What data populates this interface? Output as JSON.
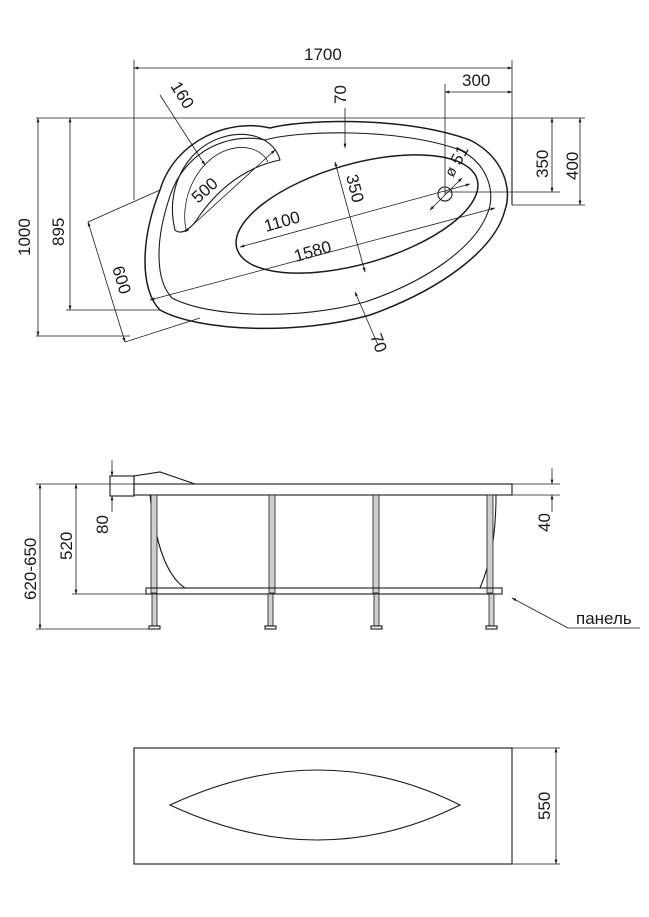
{
  "top_view": {
    "dim_length": "1700",
    "dim_width": "1000",
    "dim_side": "895",
    "dim_corner": "600",
    "dim_r160": "160",
    "dim_r500": "500",
    "dim_offset_top": "70",
    "dim_offset_bottom": "70",
    "dim_drain_x": "300",
    "dim_drain_dia": "51",
    "dim_drain_y": "350",
    "dim_right_depth": "400",
    "dim_inner_width": "350",
    "dim_inner_length": "1100",
    "dim_diag_length": "1580"
  },
  "side_view": {
    "dim_total_height": "620-650",
    "dim_body_height": "520",
    "dim_headrest": "80",
    "dim_rim": "40",
    "panel_label": "панель"
  },
  "panel_view": {
    "dim_height": "550"
  }
}
